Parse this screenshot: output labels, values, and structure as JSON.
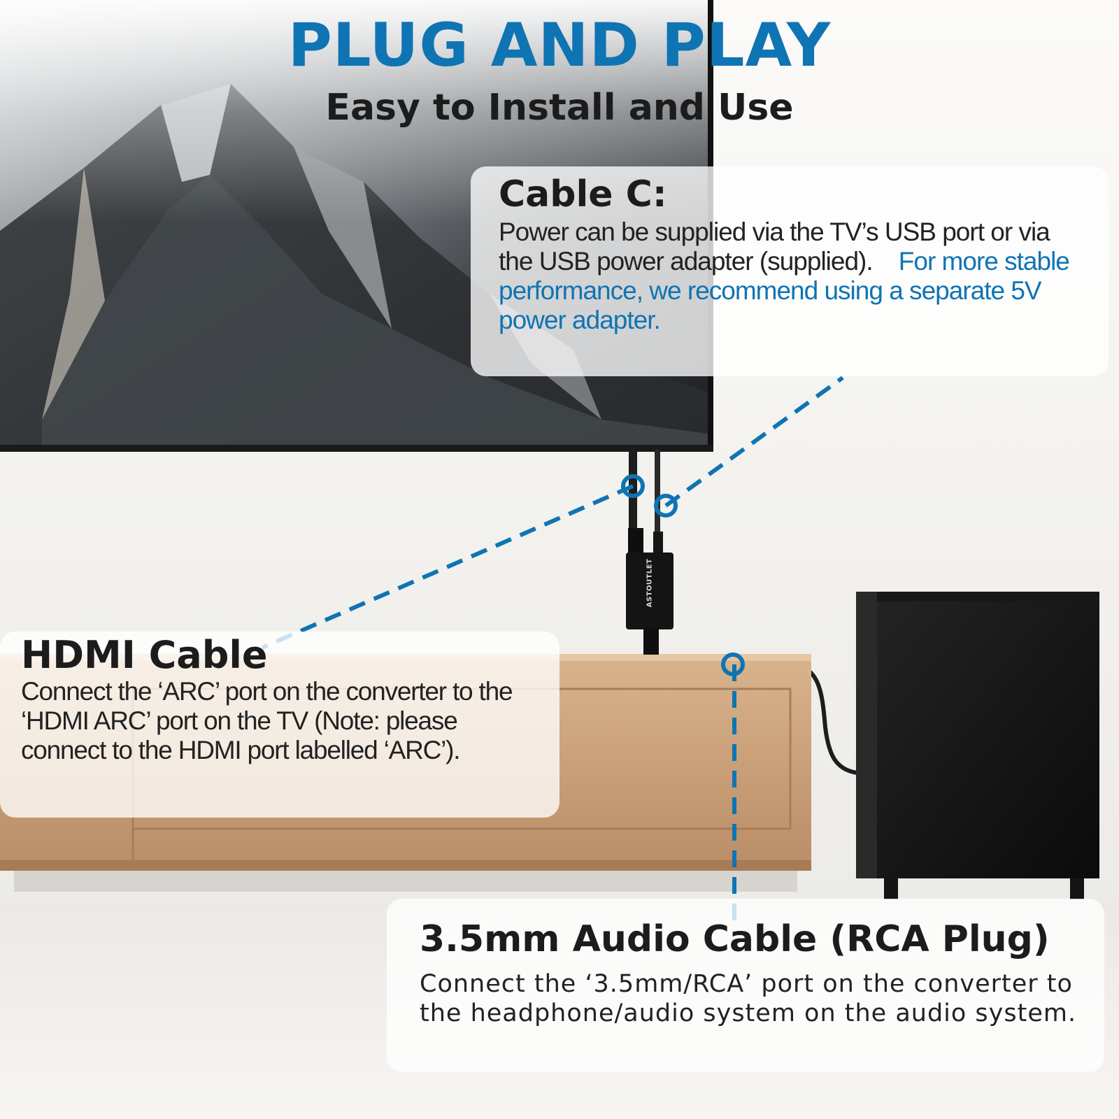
{
  "header": {
    "title": "PLUG AND PLAY",
    "subtitle": "Easy to Install and Use"
  },
  "callouts": {
    "cable_c": {
      "heading": "Cable C:",
      "text": "Power can be supplied via the TV’s USB port or via the USB power adapter (supplied).",
      "highlight": "For more stable performance, we recommend using a separate 5V power adapter."
    },
    "hdmi": {
      "heading": "HDMI Cable",
      "text": "Connect the ‘ARC’ port on the converter to the ‘HDMI ARC’ port on the TV (Note: please connect to the HDMI port labelled ‘ARC’)."
    },
    "audio": {
      "heading": "3.5mm Audio Cable (RCA Plug)",
      "text": "Connect the ‘3.5mm/RCA’ port on the converter to the headphone/audio system on the audio system."
    }
  },
  "device": {
    "brand": "ASTOUTLET"
  },
  "colors": {
    "accent": "#0f74b3",
    "heading": "#1c1c1c"
  }
}
